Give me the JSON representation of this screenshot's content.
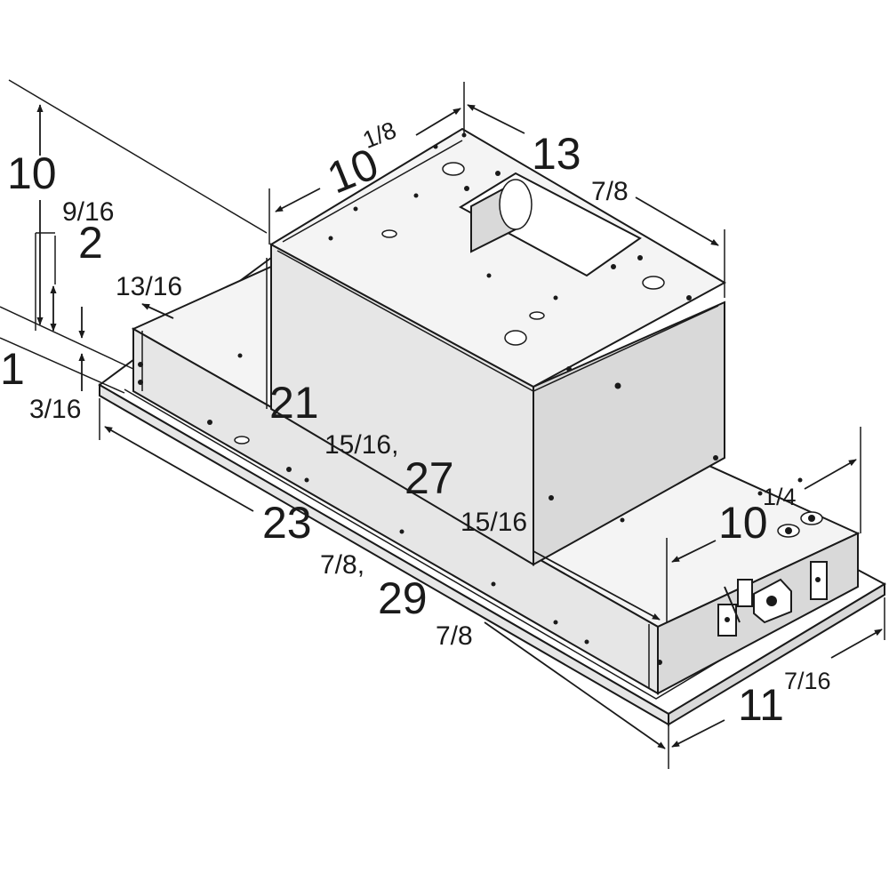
{
  "dimensions": {
    "height_total": {
      "whole": "10",
      "frac": "9/16"
    },
    "height_upper": {
      "whole": "2",
      "frac": "13/16"
    },
    "flange_height": {
      "whole": "1",
      "frac": "3/16"
    },
    "top_depth": {
      "whole": "10",
      "frac": "1/8"
    },
    "top_width": {
      "whole": "13",
      "frac": "7/8"
    },
    "liner_width_a": {
      "whole": "21",
      "frac": "15/16,"
    },
    "liner_width_b": {
      "whole": "27",
      "frac": "15/16"
    },
    "outer_width_a": {
      "whole": "23",
      "frac": "7/8,"
    },
    "outer_width_b": {
      "whole": "29",
      "frac": "7/8"
    },
    "side_depth": {
      "whole": "10",
      "frac": "1/4"
    },
    "outer_depth": {
      "whole": "11",
      "frac": "7/16"
    }
  }
}
